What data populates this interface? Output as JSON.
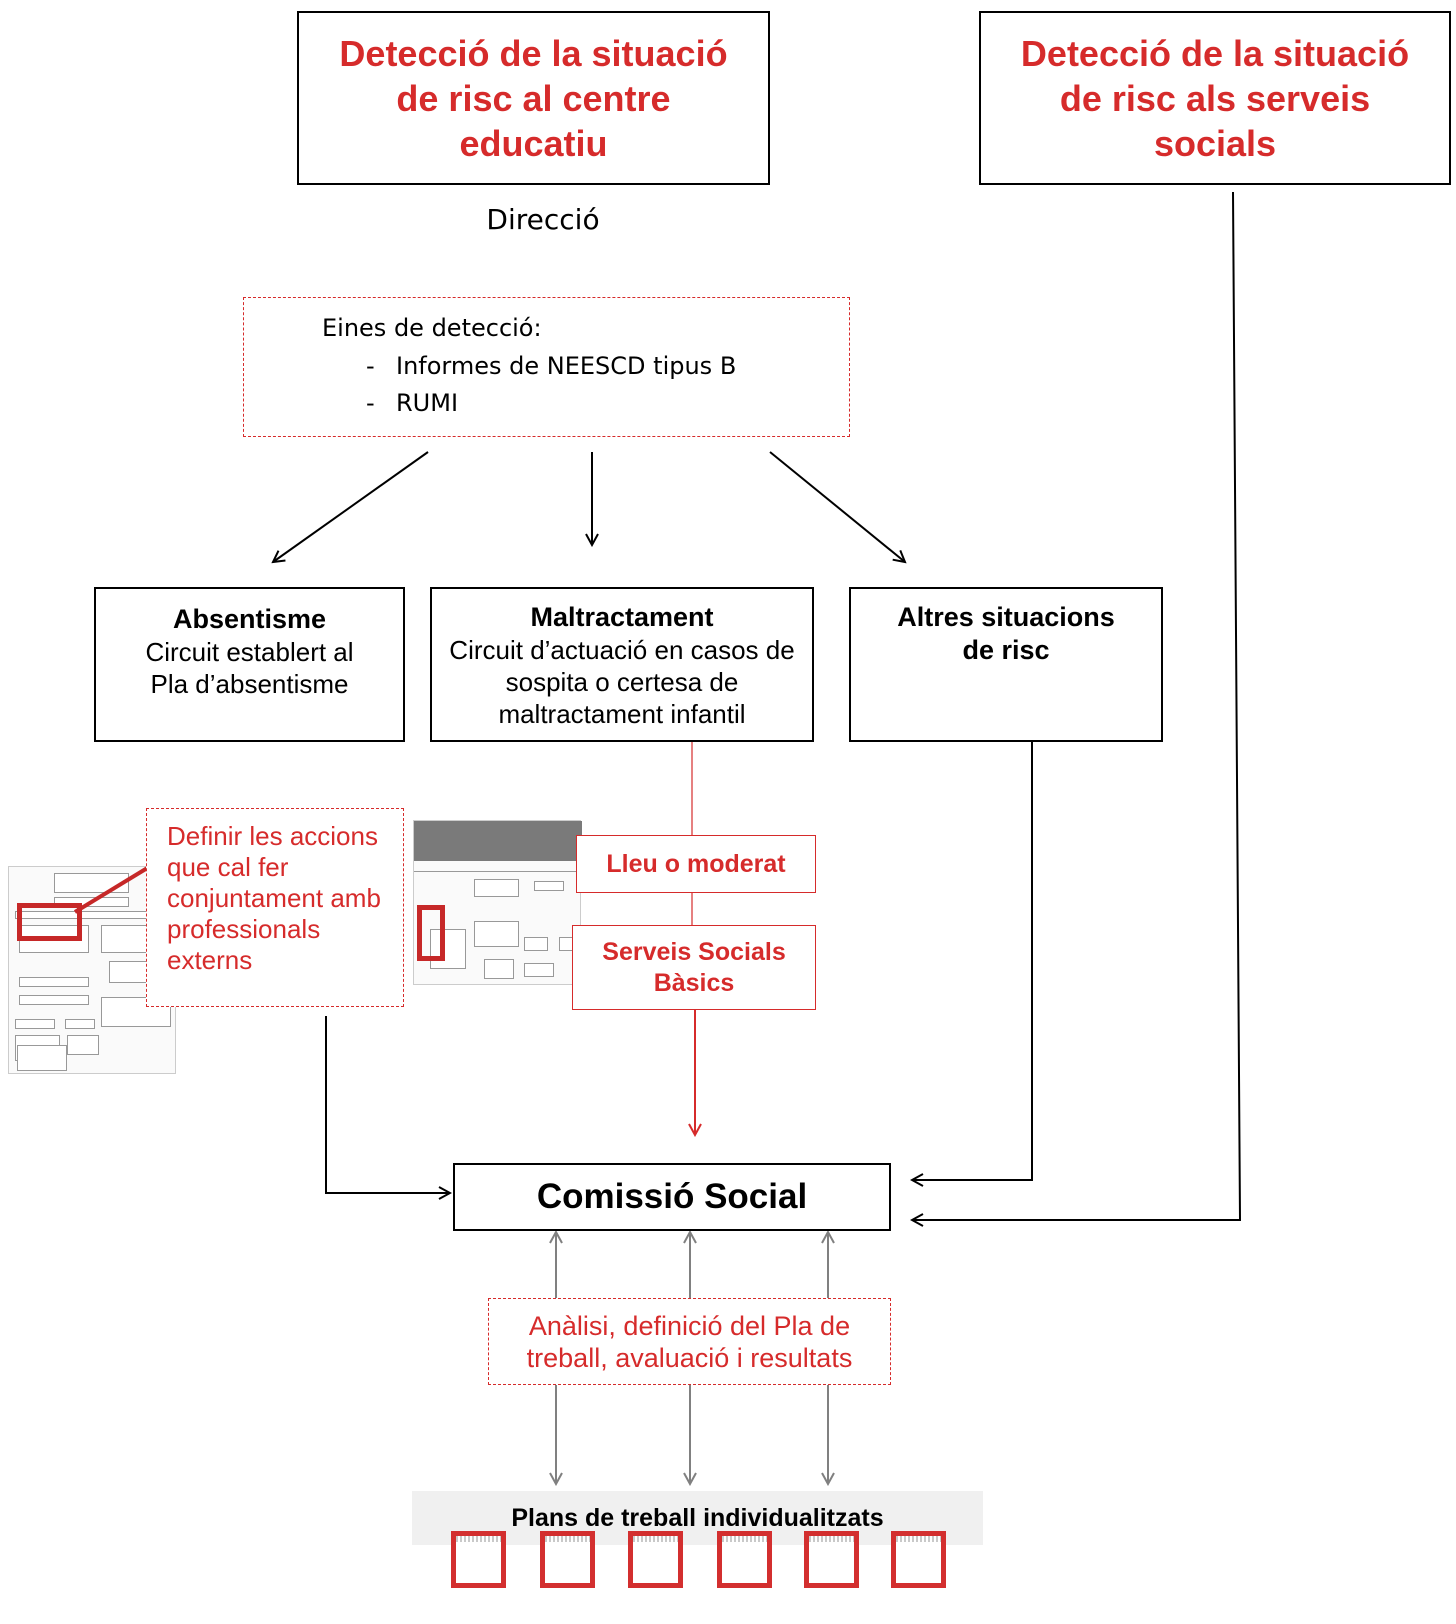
{
  "top_left_box": {
    "title": "Detecció de la situació de risc al centre educatiu"
  },
  "top_right_box": {
    "title": "Detecció de la situació de risc als serveis socials"
  },
  "direccio_label": "Direcció",
  "detection_tools": {
    "heading": "Eines de detecció:",
    "items": [
      "Informes de NEESCD tipus B",
      "RUMI"
    ],
    "bullet": "-"
  },
  "situations": [
    {
      "title": "Absentisme",
      "description": "Circuit establert al Pla d’absentisme"
    },
    {
      "title": "Maltractament",
      "description": "Circuit d’actuació en casos de sospita o certesa de maltractament infantil"
    },
    {
      "title": "Altres situacions de risc",
      "description": ""
    }
  ],
  "define_actions_note": "Definir les accions que cal fer conjuntament amb professionals externs",
  "severity_box": "Lleu o moderat",
  "services_box": "Serveis Socials Bàsics",
  "commission_box": "Comissió Social",
  "analysis_note": "Anàlisi, definició del Pla de treball, avaluació i resultats",
  "plans_banner": "Plans de treball individualitzats",
  "plan_cards_count": 6,
  "colors": {
    "accent_red": "#d62b2b",
    "line_black": "#000000",
    "line_gray": "#808080",
    "banner_gray": "#f0f0f0"
  }
}
